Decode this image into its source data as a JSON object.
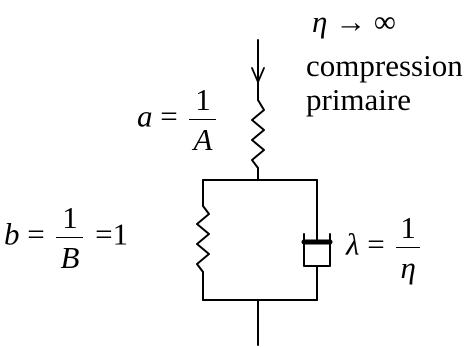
{
  "labels": {
    "top_right": {
      "line1_symbol": "η",
      "line1_arrow": "→",
      "line1_value": "∞",
      "line2": "compression",
      "line3": "primaire"
    },
    "a": {
      "variable": "a",
      "equals": "=",
      "numerator": "1",
      "denominator": "A"
    },
    "b": {
      "variable": "b",
      "equals": "=",
      "numerator": "1",
      "denominator": "B",
      "equals2": "=",
      "value": "1"
    },
    "lambda": {
      "variable": "λ",
      "equals": "=",
      "numerator": "1",
      "denominator": "η"
    }
  },
  "elements": {
    "input_arrow": "arrow-down-icon",
    "top_spring": "spring-icon",
    "left_spring": "spring-icon",
    "dashpot": "dashpot-icon"
  }
}
